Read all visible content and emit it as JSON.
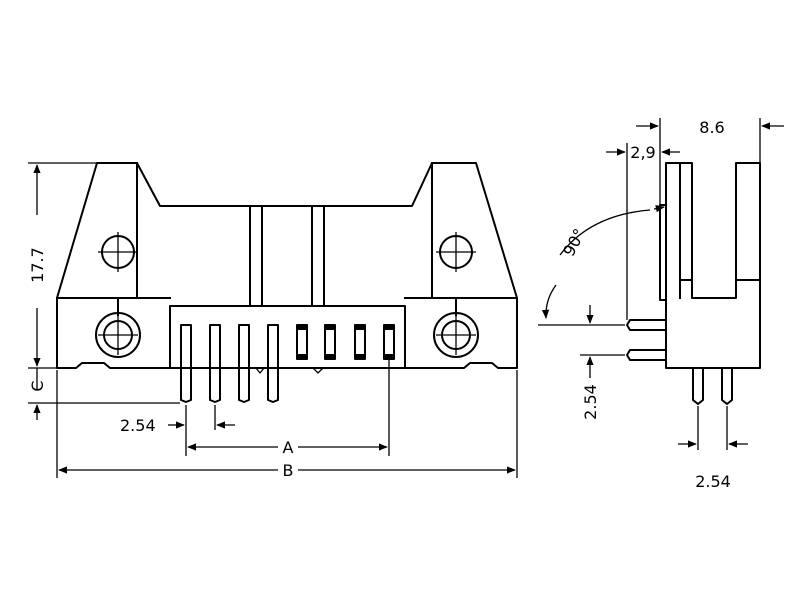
{
  "front_view": {
    "dim_height": "17.7",
    "dim_c": "C",
    "dim_pitch": "2.54",
    "dim_a": "A",
    "dim_b": "B"
  },
  "side_view": {
    "dim_depth": "8.6",
    "dim_offset": "2,9",
    "dim_angle": "90°",
    "dim_pitch_vertical": "2.54",
    "dim_pitch_horizontal": "2.54"
  }
}
